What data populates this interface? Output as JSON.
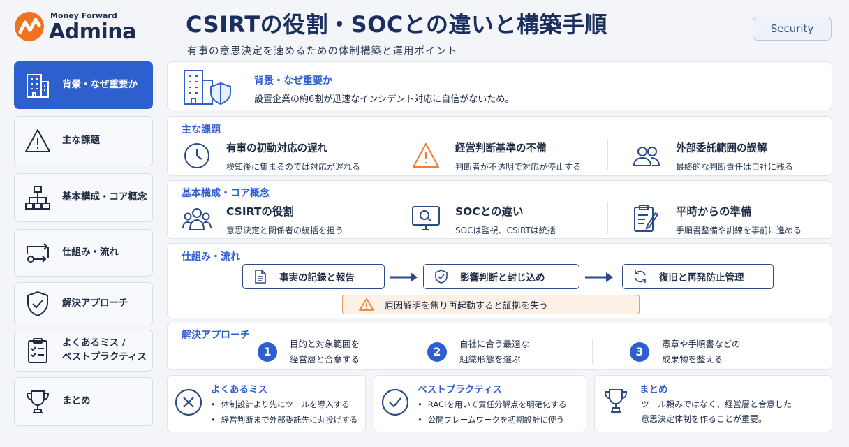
{
  "logo": {
    "small": "Money Forward",
    "big": "Admina"
  },
  "header": {
    "title": "CSIRTの役割・SOCとの違いと構築手順",
    "subtitle": "有事の意思決定を速めるための体制構築と運用ポイント",
    "tag": "Security"
  },
  "sidebar": {
    "items": [
      {
        "label": "背景・なぜ重要か",
        "icon": "building-icon",
        "active": true
      },
      {
        "label": "主な課題",
        "icon": "warning-icon"
      },
      {
        "label": "基本構成・コア概念",
        "icon": "org-chart-icon"
      },
      {
        "label": "仕組み・流れ",
        "icon": "flow-icon"
      },
      {
        "label": "解決アプローチ",
        "icon": "shield-check-icon"
      },
      {
        "label": "よくあるミス /",
        "label2": "ベストプラクティス",
        "icon": "checklist-icon"
      },
      {
        "label": "まとめ",
        "icon": "trophy-icon"
      }
    ]
  },
  "background": {
    "heading": "背景・なぜ重要か",
    "text": "設置企業の約6割が迅速なインシデント対応に自信がないため。"
  },
  "issues": {
    "heading": "主な課題",
    "items": [
      {
        "title": "有事の初動対応の遅れ",
        "desc": "検知後に集まるのでは対応が遅れる"
      },
      {
        "title": "経営判断基準の不備",
        "desc": "判断者が不透明で対応が停止する"
      },
      {
        "title": "外部委託範囲の誤解",
        "desc": "最終的な判断責任は自社に残る"
      }
    ]
  },
  "concepts": {
    "heading": "基本構成・コア概念",
    "items": [
      {
        "title": "CSIRTの役割",
        "desc": "意思決定と関係者の統括を担う"
      },
      {
        "title": "SOCとの違い",
        "desc": "SOCは監視、CSIRTは統括"
      },
      {
        "title": "平時からの準備",
        "desc": "手順書整備や訓練を事前に進める"
      }
    ]
  },
  "flow": {
    "heading": "仕組み・流れ",
    "steps": [
      "事実の記録と報告",
      "影響判断と封じ込め",
      "復旧と再発防止管理"
    ],
    "warning": "原因解明を焦り再起動すると証拠を失う"
  },
  "approach": {
    "heading": "解決アプローチ",
    "steps": [
      {
        "num": "1",
        "line1": "目的と対象範囲を",
        "line2": "経営層と合意する"
      },
      {
        "num": "2",
        "line1": "自社に合う最適な",
        "line2": "組織形態を選ぶ"
      },
      {
        "num": "3",
        "line1": "憲章や手順書などの",
        "line2": "成果物を整える"
      }
    ]
  },
  "mistakes": {
    "heading": "よくあるミス",
    "items": [
      "体制設計より先にツールを導入する",
      "経営判断まで外部委託先に丸投げする"
    ]
  },
  "best": {
    "heading": "ベストプラクティス",
    "items": [
      "RACIを用いて責任分解点を明確化する",
      "公開フレームワークを初期設計に使う"
    ]
  },
  "summary": {
    "heading": "まとめ",
    "line1": "ツール頼みではなく、経営層と合意した",
    "line2": "意思決定体制を作ることが重要。"
  },
  "colors": {
    "accent": "#2e5fcf",
    "navy": "#1b2f5e",
    "warning": "#e9823a",
    "logo_orange": "#f0731f"
  }
}
